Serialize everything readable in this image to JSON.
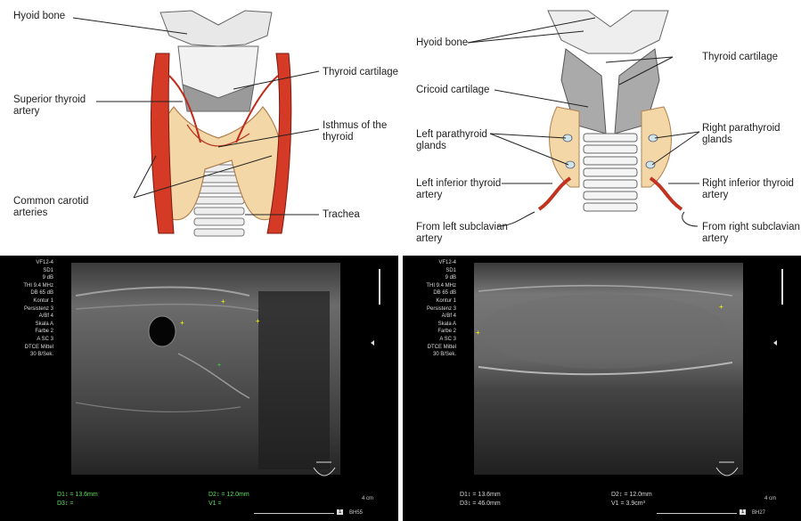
{
  "left_diagram": {
    "labels": {
      "hyoid": "Hyoid bone",
      "superior": "Superior thyroid\nartery",
      "carotid": "Common carotid\narteries",
      "thyroid_cart": "Thyroid cartilage",
      "isthmus": "Isthmus of the\nthyroid",
      "trachea": "Trachea"
    }
  },
  "right_diagram": {
    "labels": {
      "hyoid": "Hyoid bone",
      "cricoid": "Cricoid cartilage",
      "left_para": "Left parathyroid\nglands",
      "left_inf": "Left inferior thyroid\nartery",
      "left_sub": "From left subclavian\nartery",
      "thyroid_cart": "Thyroid cartilage",
      "right_para": "Right parathyroid\nglands",
      "right_inf": "Right inferior thyroid\nartery",
      "right_sub": "From right subclavian\nartery"
    }
  },
  "ultrasound_left": {
    "params": [
      "VF12-4",
      "SD1",
      "9 dB",
      "THI 9.4 MHz",
      "DB 65 dB",
      "Kontur 1",
      "Persistenz 3",
      "A/Bf 4",
      "Skala A",
      "Farbe 2",
      "A SC 3",
      "DTCE Mittel",
      "30 B/Sek."
    ],
    "d1": "D1↕ = 13.6mm",
    "d3": "D3↕ =",
    "d2": "D2↕ = 12.0mm",
    "v1": "V1 =",
    "depth": "4 cm",
    "page": "1",
    "code": "BH55"
  },
  "ultrasound_right": {
    "params": [
      "VF12-4",
      "SD1",
      "9 dB",
      "THI 9.4 MHz",
      "DB 65 dB",
      "Kontur 1",
      "Persistenz 3",
      "A/Bf 4",
      "Skala A",
      "Farbe 2",
      "A SC 3",
      "DTCE Mittel",
      "30 B/Sek."
    ],
    "d1": "D1↕ = 13.6mm",
    "d3": "D3↕ = 46.0mm",
    "d2": "D2↕ = 12.0mm",
    "v1": "V1 = 3.9cm³",
    "depth": "4 cm",
    "page": "1",
    "code": "BH27"
  }
}
